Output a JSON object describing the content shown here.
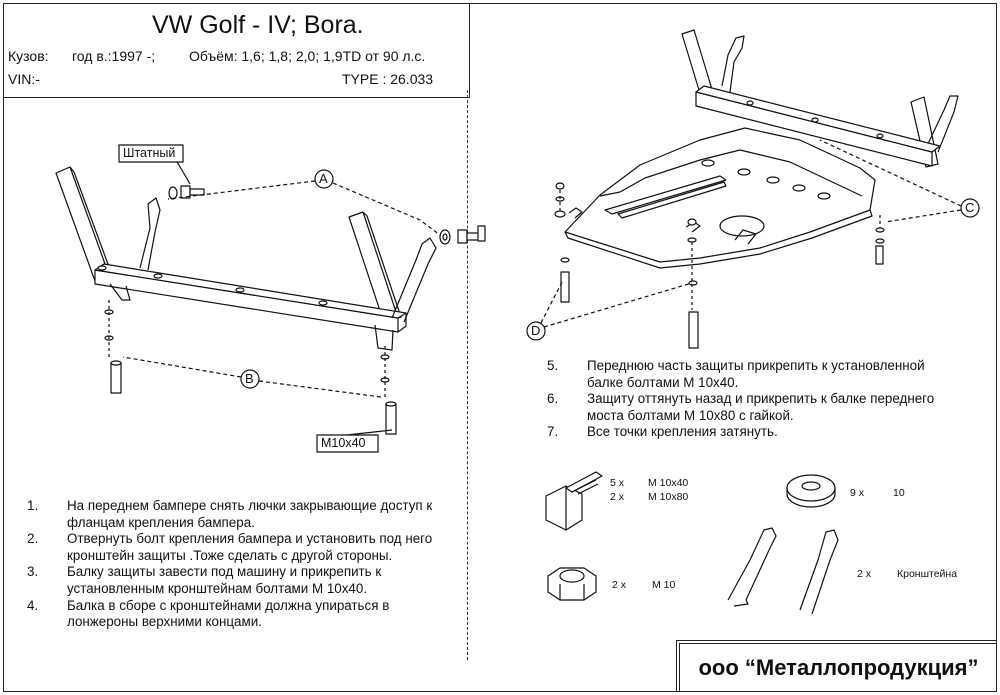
{
  "header": {
    "title": "VW   Golf - IV; Bora.",
    "body_label": "Кузов:",
    "year": "год в.:1997 -;",
    "engine": "Объём: 1,6; 1,8; 2,0; 1,9TD от 90 л.с.",
    "vin": "VIN:-",
    "type": "TYPE : 26.033"
  },
  "callouts": {
    "a": "A",
    "b": "B",
    "c": "C",
    "d": "D",
    "stock": "Штатный",
    "bolt_size": "M10x40"
  },
  "instructions_left": [
    {
      "num": "1.",
      "text": "На переднем бампере снять лючки закрывающие доступ к\nфланцам крепления бампера."
    },
    {
      "num": "2.",
      "text": "Отвернуть болт крепления бампера и установить под него\nкронштейн защиты .Тоже сделать с другой стороны."
    },
    {
      "num": "3.",
      "text": "Балку защиты завести под машину и прикрепить к\nустановленным кронштейнам болтами  М 10х40."
    },
    {
      "num": "4.",
      "text": "Балка в сборе с кронштейнами должна упираться в\nлонжероны верхними концами."
    }
  ],
  "instructions_right": [
    {
      "num": "5.",
      "text": "Переднюю часть защиты прикрепить к установленной\nбалке болтами М 10х40."
    },
    {
      "num": "6.",
      "text": "Защиту оттянуть назад и прикрепить к балке переднего\nмоста болтами М 10х80 с гайкой."
    },
    {
      "num": "7.",
      "text": "Все точки крепления затянуть."
    }
  ],
  "parts": {
    "bolt_qty1": "5 x",
    "bolt_size1": "M 10x40",
    "bolt_qty2": "2 x",
    "bolt_size2": "M 10x80",
    "washer_qty": "9 x",
    "washer_size": "10",
    "nut_qty": "2 x",
    "nut_size": "M 10",
    "bracket_qty": "2 x",
    "bracket_name": "Кронштейна"
  },
  "company": "ооо “Металлопродукция”"
}
